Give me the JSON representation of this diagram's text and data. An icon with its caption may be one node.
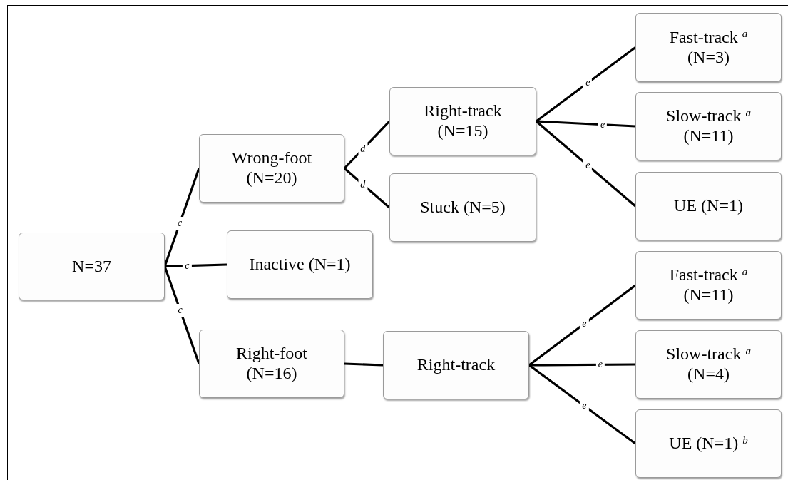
{
  "diagram": {
    "nodes": [
      {
        "text": [
          "N=37"
        ]
      },
      {
        "text": [
          "Wrong-foot (N=20)"
        ]
      },
      {
        "text": [
          "Inactive (N=1)"
        ]
      },
      {
        "text": [
          "Right-foot (N=16)"
        ]
      },
      {
        "text": [
          "Right-track (N=15)"
        ]
      },
      {
        "text": [
          "Stuck (N=5)"
        ]
      },
      {
        "text": [
          "Right-track"
        ]
      },
      {
        "text": [
          "Fast-track $^{a}$ (N=3)"
        ]
      },
      {
        "text": [
          "Slow-track $^{a}$ (N=11)"
        ]
      },
      {
        "text": [
          "UE (N=1)"
        ]
      },
      {
        "text": [
          "Fast-track $^{a}$ (N=11)"
        ]
      },
      {
        "text": [
          "Slow-track $^{a}$ (N=4)"
        ]
      },
      {
        "text": [
          "UE (N=1) $^{b}$"
        ]
      }
    ],
    "edges": [
      {
        "from": 0,
        "to": 1,
        "arrow": "none",
        "label": "c"
      },
      {
        "from": 0,
        "to": 2,
        "arrow": "none",
        "label": "c"
      },
      {
        "from": 0,
        "to": 3,
        "arrow": "none",
        "label": "c"
      },
      {
        "from": 1,
        "to": 4,
        "arrow": "none",
        "label": "d"
      },
      {
        "from": 1,
        "to": 5,
        "arrow": "none",
        "label": "d"
      },
      {
        "from": 3,
        "to": 6,
        "arrow": "none"
      },
      {
        "from": 4,
        "to": 7,
        "arrow": "none",
        "label": "e"
      },
      {
        "from": 4,
        "to": 8,
        "arrow": "none",
        "label": "e"
      },
      {
        "from": 4,
        "to": 9,
        "arrow": "none",
        "label": "e"
      },
      {
        "from": 6,
        "to": 10,
        "arrow": "none",
        "label": "e"
      },
      {
        "from": 6,
        "to": 11,
        "arrow": "none",
        "label": "e"
      },
      {
        "from": 6,
        "to": 12,
        "arrow": "none",
        "label": "e"
      }
    ]
  }
}
